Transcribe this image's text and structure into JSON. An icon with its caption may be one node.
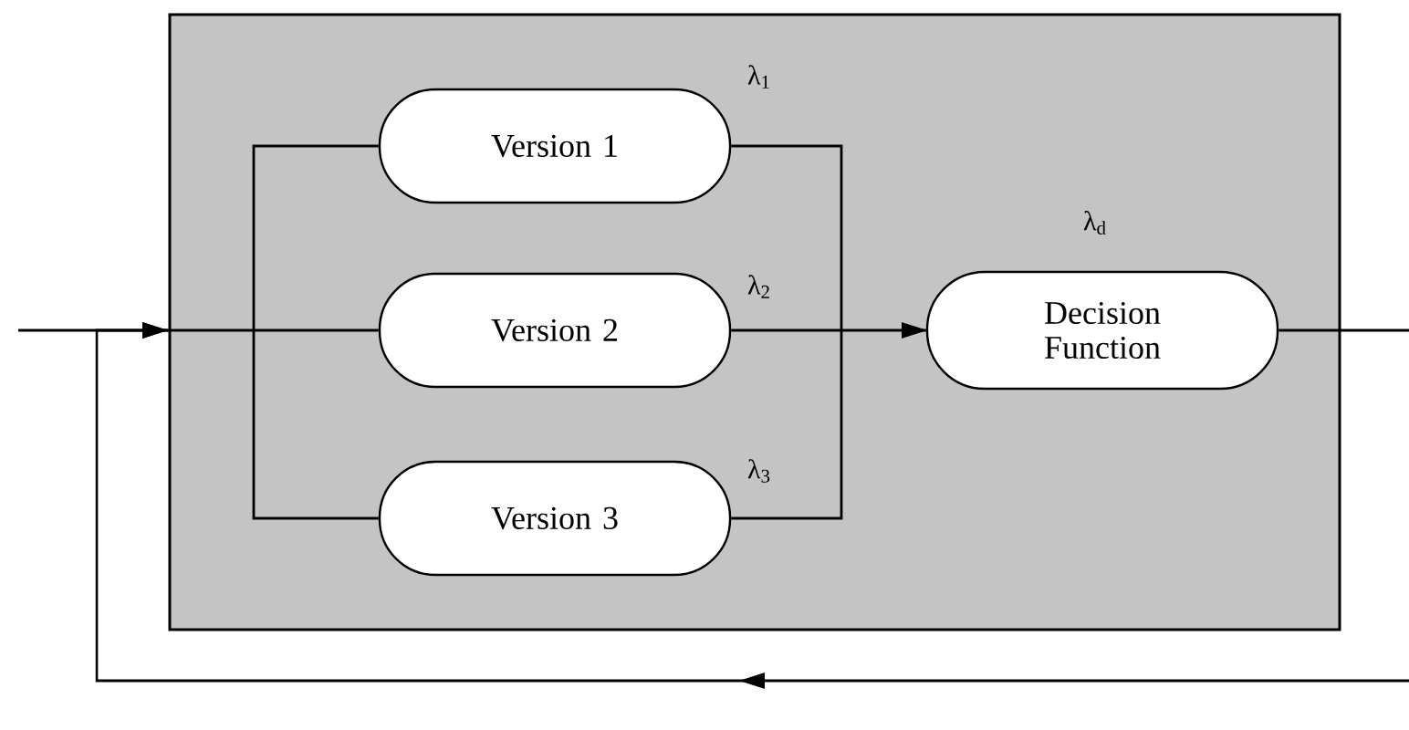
{
  "diagram": {
    "nodes": [
      {
        "text": [],
        "shape": "box"
      },
      {
        "text": [
          "Version 1"
        ],
        "in": 0,
        "beside": [
          "λ$_{1}$"
        ]
      },
      {
        "text": [
          "Version 2"
        ],
        "in": 0,
        "beside": [
          "λ$_{2}$"
        ]
      },
      {
        "text": [
          "Version 3"
        ],
        "in": 0,
        "beside": [
          "λ$_{3}$"
        ]
      },
      {
        "text": [
          "Decision Function"
        ],
        "in": 0,
        "beside": [
          "λ$_{d}$"
        ]
      }
    ],
    "edges": [
      {
        "from": null,
        "to": 0,
        "arrow": "to"
      },
      {
        "from": 0,
        "to": 1,
        "arrow": "none"
      },
      {
        "from": 0,
        "to": 2,
        "arrow": "none"
      },
      {
        "from": 0,
        "to": 3,
        "arrow": "none"
      },
      {
        "from": 1,
        "to": 4,
        "arrow": "to"
      },
      {
        "from": 2,
        "to": 4,
        "arrow": "to"
      },
      {
        "from": 3,
        "to": 4,
        "arrow": "to"
      },
      {
        "from": 4,
        "to": null,
        "arrow": "none"
      },
      {
        "from": null,
        "to": 0,
        "arrow": "to"
      }
    ]
  }
}
